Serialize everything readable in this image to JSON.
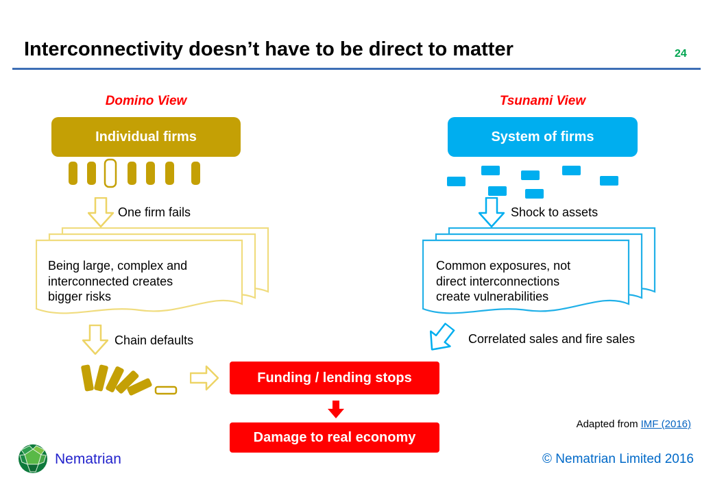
{
  "header": {
    "title": "Interconnectivity doesn’t have to be direct to matter",
    "page_number": "24"
  },
  "domino_view": {
    "label": "Domino View",
    "box": "Individual firms",
    "step1": "One firm fails",
    "callout": "Being large, complex and interconnected creates bigger risks",
    "step2": "Chain defaults"
  },
  "tsunami_view": {
    "label": "Tsunami View",
    "box": "System of firms",
    "step1": "Shock to assets",
    "callout": "Common exposures, not direct interconnections create vulnerabilities",
    "step2": "Correlated sales and fire sales"
  },
  "outcome": {
    "funding_box": "Funding / lending stops",
    "damage_box": "Damage to real economy"
  },
  "footer": {
    "brand": "Nematrian",
    "adapted_prefix": "Adapted from",
    "source_link": "IMF (2016)",
    "copyright": "© Nematrian Limited 2016"
  },
  "colors": {
    "gold": "#C4A005",
    "light_gold_outline": "#EDD466",
    "cyan": "#00AEEF",
    "red": "#FF0000",
    "title_rule_blue": "#3D6EB5",
    "page_number_green": "#00A550",
    "brand_blue": "#2222CC",
    "copyright_blue": "#0069C8",
    "link_blue": "#0563C1"
  }
}
